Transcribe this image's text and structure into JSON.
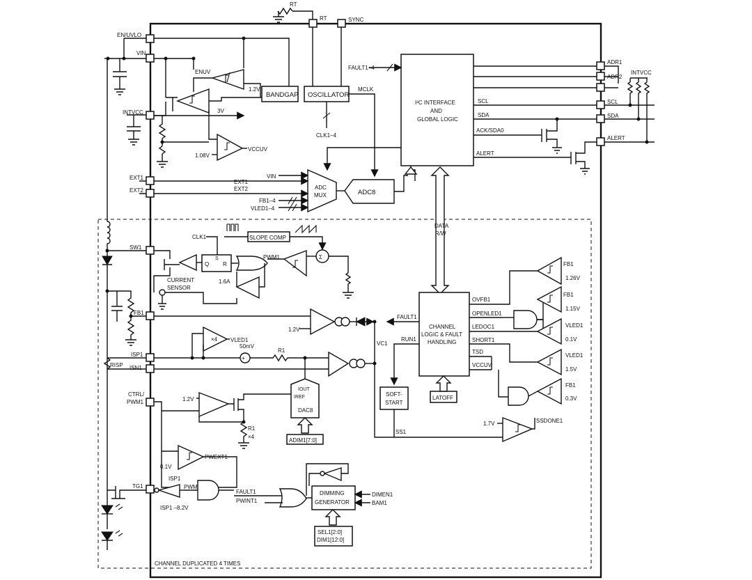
{
  "pins": {
    "rt_resistor": "RT",
    "rt": "RT",
    "sync": "SYNC",
    "en_uvlo": "EN/UVLO",
    "vin": "VIN",
    "intvcc": "INTVCC",
    "ext1": "EXT1",
    "ext2": "EXT2",
    "sw1": "SW1",
    "fb1": "FB1",
    "isp1": "ISP1",
    "isn1": "ISN1",
    "ctrl": "CTRL/",
    "pwm1_pin": "PWM1",
    "tg1": "TG1",
    "adr1": "ADR1",
    "adr2": "ADR2",
    "scl": "SCL",
    "sda": "SDA",
    "alert": "ALERT",
    "intvcc_right": "INTVCC"
  },
  "blocks": {
    "bandgap": "BANDGAP",
    "oscillator": "OSCILLATOR",
    "i2c_line1": "I²C INTERFACE",
    "i2c_line2": "AND",
    "i2c_line3": "GLOBAL LOGIC",
    "adc_mux_1": "ADC",
    "adc_mux_2": "MUX",
    "adc8": "ADC8",
    "slope_comp": "SLOPE COMP",
    "channel_logic_1": "CHANNEL",
    "channel_logic_2": "LOGIC & FAULT",
    "channel_logic_3": "HANDLING",
    "soft_start_1": "SOFT-",
    "soft_start_2": "START",
    "latoff": "LATOFF",
    "dac8": "DAC8",
    "dimming_1": "DIMMING",
    "dimming_2": "GENERATOR",
    "adim": "ADIM1[7:0]",
    "sel": "SEL1[2:0]",
    "dim": "DIM1[12:0]"
  },
  "labels": {
    "enuv": "ENUV",
    "v12": "1.2V",
    "v3": "3V",
    "v108": "1.08V",
    "vccuv": "VCCUV",
    "mclk": "MCLK",
    "fault14": "FAULT1–4",
    "clk14": "CLK1–4",
    "scl_int": "SCL",
    "sda_int": "SDA",
    "ack": "ACK/SDA0",
    "alert_int": "ALERT",
    "ext1_int": "EXT1",
    "ext2_int": "EXT2",
    "vin_int": "VIN",
    "fb14": "FB1–4",
    "vled14": "VLED1–4",
    "data_rw_1": "DATA",
    "data_rw_2": "R/W",
    "clk1": "CLK1",
    "q": "Q",
    "s": "S",
    "r": "R",
    "pwm1_int": "PWM1",
    "a16": "1.6A",
    "current_1": "CURRENT",
    "current_2": "SENSOR",
    "fault1": "FAULT1",
    "run1": "RUN1",
    "vc1": "VC1",
    "v12b": "1.2V",
    "x4": "×4",
    "vled1": "VLED1",
    "mv50": "50mV",
    "r1": "R1",
    "iout": "IOUT",
    "iref": "IREF",
    "v12c": "1.2V",
    "r1_bottom": "R1",
    "x4b": "×4",
    "v01": "0.1V",
    "pwext1": "PWEXT1",
    "isp1_lbl": "ISP1",
    "pwm1_gate": "PWM1",
    "isp1_82": "ISP1 –8.2V",
    "fault1_b": "FAULT1",
    "pwint1": "PWINT1",
    "dimen1": "DIMEN1",
    "bam1": "BAM1",
    "ss1": "SS1",
    "v17": "1.7V",
    "ssdone1": "SSDONE1",
    "ovfb1": "OVFB1",
    "openled1": "OPENLED1",
    "ledoc1": "LEDOC1",
    "short1": "SHORT1",
    "tsd": "TSD",
    "vccuv_b": "VCCUV",
    "c_fb1_a": "FB1",
    "c_126": "1.26V",
    "c_fb1_b": "FB1",
    "c_115": "1.15V",
    "c_vled1_a": "VLED1",
    "c_01": "0.1V",
    "c_vled1_b": "VLED1",
    "c_15": "1.5V",
    "c_fb1_c": "FB1",
    "c_03": "0.3V",
    "risp": "RISP",
    "channel_dup": "CHANNEL DUPLICATED 4 TIMES"
  }
}
